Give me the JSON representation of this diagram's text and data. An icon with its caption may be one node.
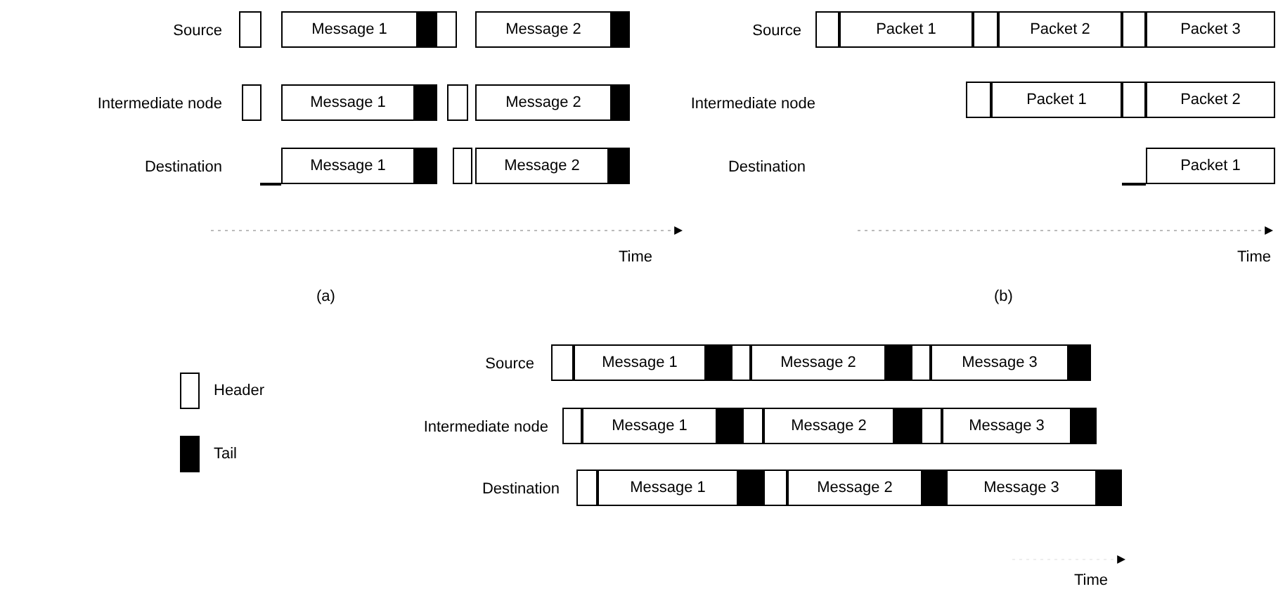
{
  "diagram": {
    "nodes": [
      {
        "text": [],
        "shape": "box"
      },
      {
        "text": [
          "Message 1"
        ]
      },
      {
        "text": [],
        "shape": "bar"
      },
      {
        "text": [],
        "shape": "box"
      },
      {
        "text": [
          "Message 2"
        ]
      },
      {
        "text": [],
        "shape": "bar"
      },
      {
        "text": [],
        "shape": "box"
      },
      {
        "text": [
          "Message 1"
        ]
      },
      {
        "text": [],
        "shape": "bar"
      },
      {
        "text": [],
        "shape": "box"
      },
      {
        "text": [
          "Message 2"
        ]
      },
      {
        "text": [],
        "shape": "bar"
      },
      {
        "text": [
          "Message 1"
        ]
      },
      {
        "text": [],
        "shape": "bar"
      },
      {
        "text": [],
        "shape": "box"
      },
      {
        "text": [
          "Message 2"
        ]
      },
      {
        "text": [],
        "shape": "bar"
      },
      {
        "text": [],
        "shape": "box"
      },
      {
        "text": [
          "Packet 1"
        ]
      },
      {
        "text": [],
        "shape": "box"
      },
      {
        "text": [
          "Packet 2"
        ]
      },
      {
        "text": [],
        "shape": "box"
      },
      {
        "text": [
          "Packet 3"
        ]
      },
      {
        "text": [],
        "shape": "box"
      },
      {
        "text": [
          "Packet 1"
        ]
      },
      {
        "text": [],
        "shape": "box"
      },
      {
        "text": [
          "Packet 2"
        ]
      },
      {
        "text": [
          "Packet 1"
        ]
      },
      {
        "text": [],
        "shape": "box"
      },
      {
        "text": [
          "Message 1"
        ]
      },
      {
        "text": [],
        "shape": "bar"
      },
      {
        "text": [],
        "shape": "box"
      },
      {
        "text": [
          "Message 2"
        ]
      },
      {
        "text": [],
        "shape": "bar"
      },
      {
        "text": [],
        "shape": "box"
      },
      {
        "text": [
          "Message 3"
        ]
      },
      {
        "text": [],
        "shape": "bar"
      },
      {
        "text": [],
        "shape": "box"
      },
      {
        "text": [
          "Message 1"
        ]
      },
      {
        "text": [],
        "shape": "bar"
      },
      {
        "text": [],
        "shape": "box"
      },
      {
        "text": [
          "Message 2"
        ]
      },
      {
        "text": [],
        "shape": "bar"
      },
      {
        "text": [],
        "shape": "box"
      },
      {
        "text": [
          "Message 3"
        ]
      },
      {
        "text": [],
        "shape": "bar"
      },
      {
        "text": [],
        "shape": "box"
      },
      {
        "text": [
          "Message 1"
        ]
      },
      {
        "text": [],
        "shape": "bar"
      },
      {
        "text": [],
        "shape": "box"
      },
      {
        "text": [
          "Message 2"
        ]
      },
      {
        "text": [],
        "shape": "bar"
      },
      {
        "text": [
          "Message 3"
        ]
      },
      {
        "text": [],
        "shape": "bar"
      }
    ],
    "labels": [
      "Source",
      "Intermediate node",
      "Destination",
      "Time",
      "(a)",
      "Source",
      "Intermediate node",
      "Destination",
      "Time",
      "(b)",
      "Source",
      "Intermediate node",
      "Destination",
      "Time"
    ],
    "legend": [
      {
        "text": "Header",
        "color": "#ffffff"
      },
      {
        "text": "Tail",
        "color": "#000000"
      }
    ]
  }
}
